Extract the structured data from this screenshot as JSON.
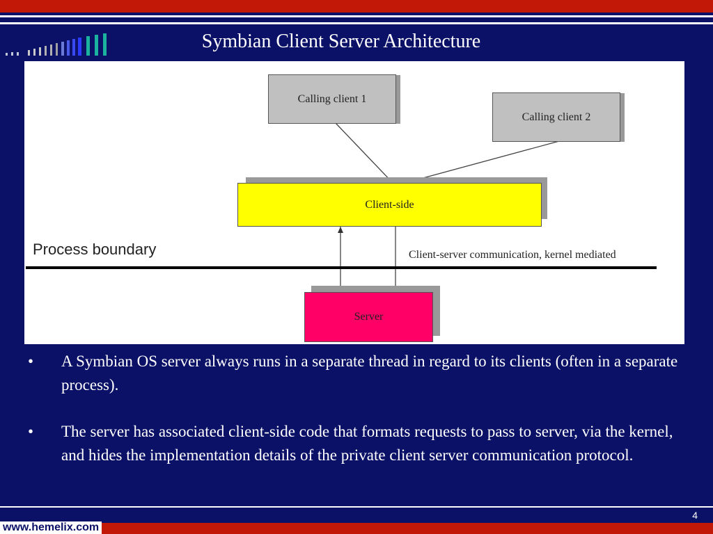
{
  "slide": {
    "title": "Symbian Client Server Architecture",
    "page_number": "4",
    "footer_url": "www.hemelix.com"
  },
  "diagram": {
    "calling_client_1": "Calling client 1",
    "calling_client_2": "Calling client 2",
    "client_side": "Client-side",
    "server": "Server",
    "process_boundary": "Process boundary",
    "communication_label": "Client-server communication, kernel mediated",
    "colors": {
      "client_box": "#c0c0c0",
      "client_side_box": "#ffff00",
      "server_box": "#ff0066"
    }
  },
  "bullets": [
    "A Symbian OS server always runs in a separate thread in regard to its clients (often in a separate process).",
    "The server has associated client-side code that formats requests to pass to server, via the kernel, and hides the implementation details of the private client server communication protocol."
  ],
  "bullet_symbol": "•"
}
